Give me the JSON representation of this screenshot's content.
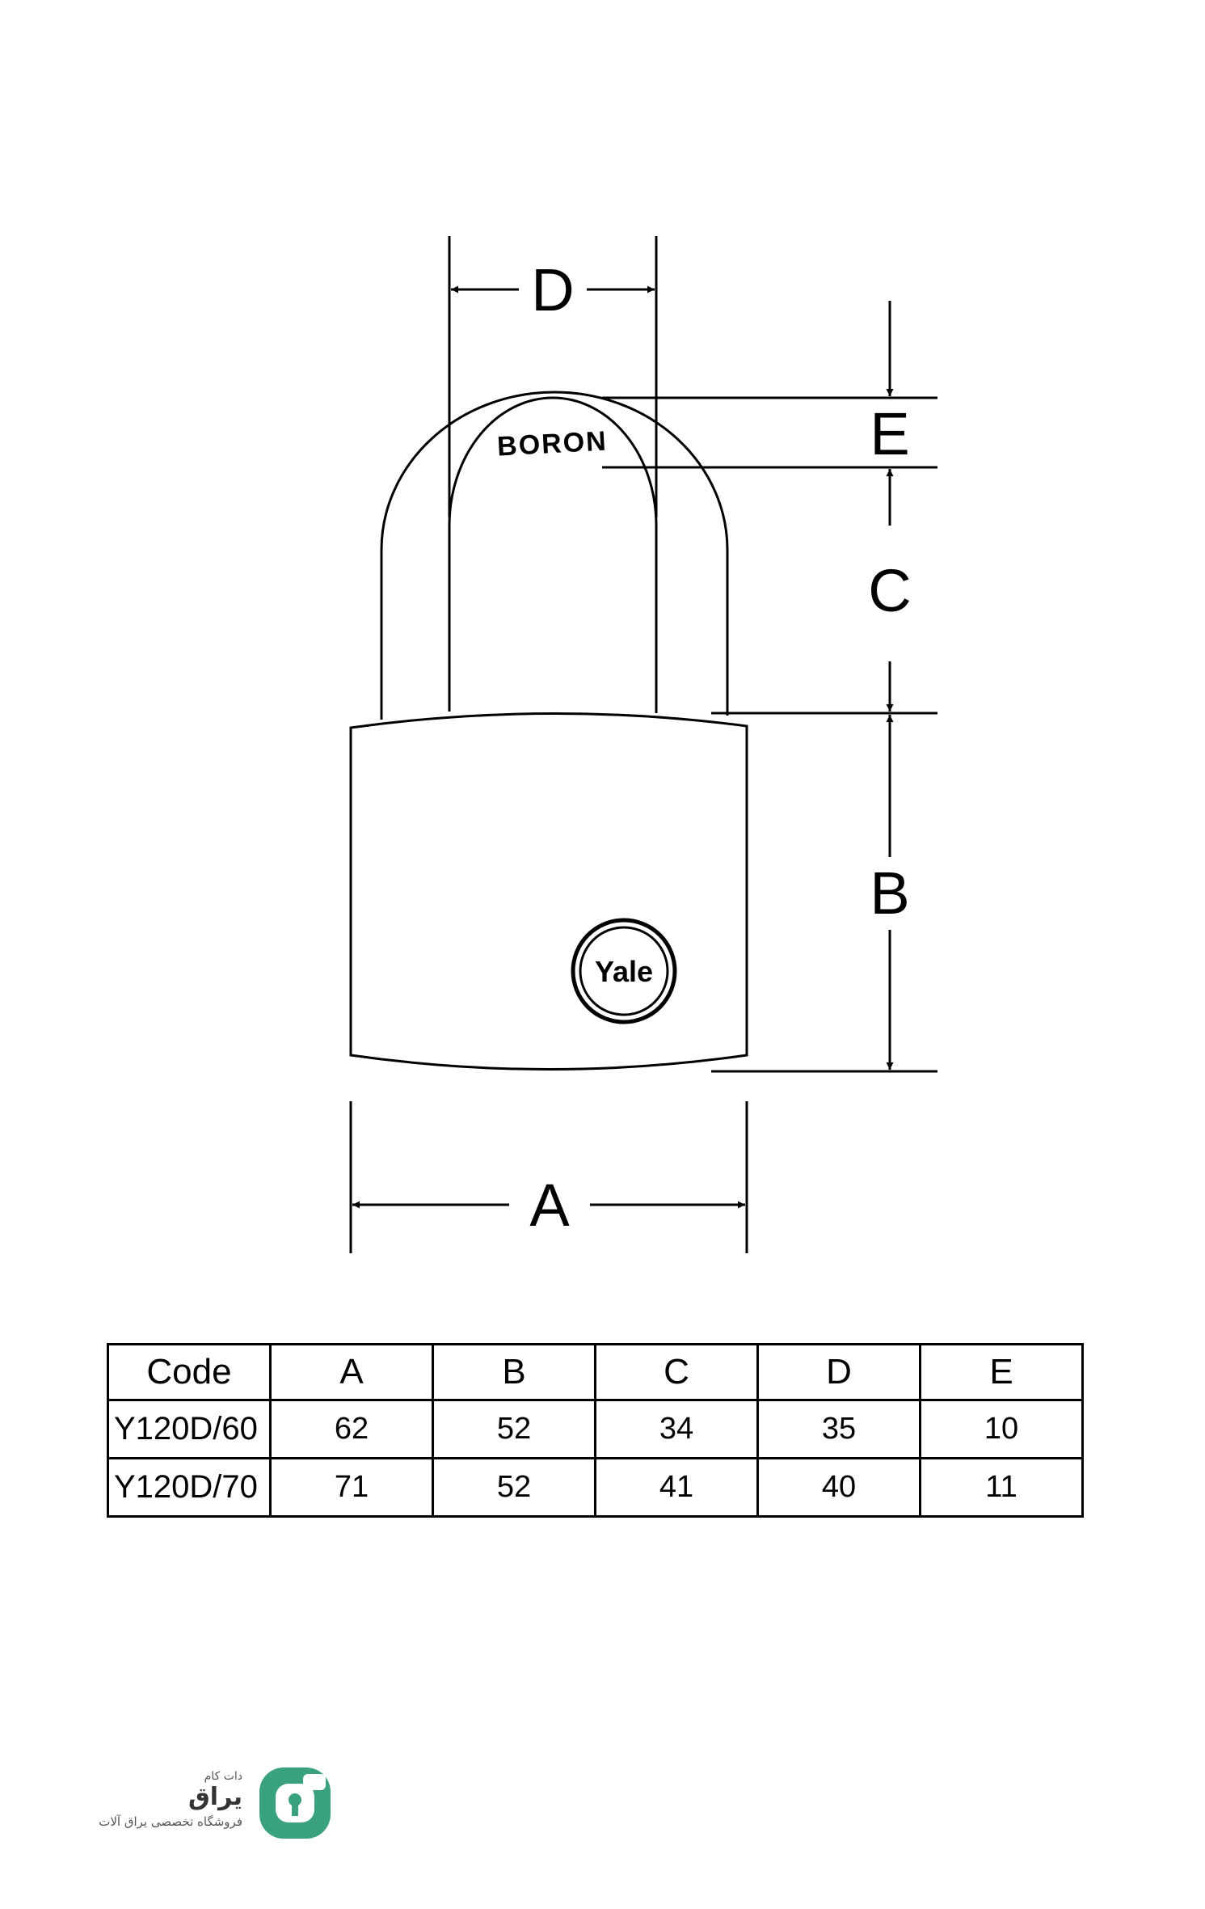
{
  "diagram": {
    "labels": {
      "d": "D",
      "e": "E",
      "c": "C",
      "b": "B",
      "a": "A"
    },
    "shackle_engraving": "BORON",
    "body_logo": "Yale"
  },
  "table": {
    "headers": [
      "Code",
      "A",
      "B",
      "C",
      "D",
      "E"
    ],
    "rows": [
      [
        "Y120D/60",
        "62",
        "52",
        "34",
        "35",
        "10"
      ],
      [
        "Y120D/70",
        "71",
        "52",
        "41",
        "40",
        "11"
      ]
    ]
  },
  "brand": {
    "name": "یراق",
    "domain": "دات کام",
    "tagline": "فروشگاه تخصصی یراق آلات",
    "color": "#3aa17e"
  }
}
